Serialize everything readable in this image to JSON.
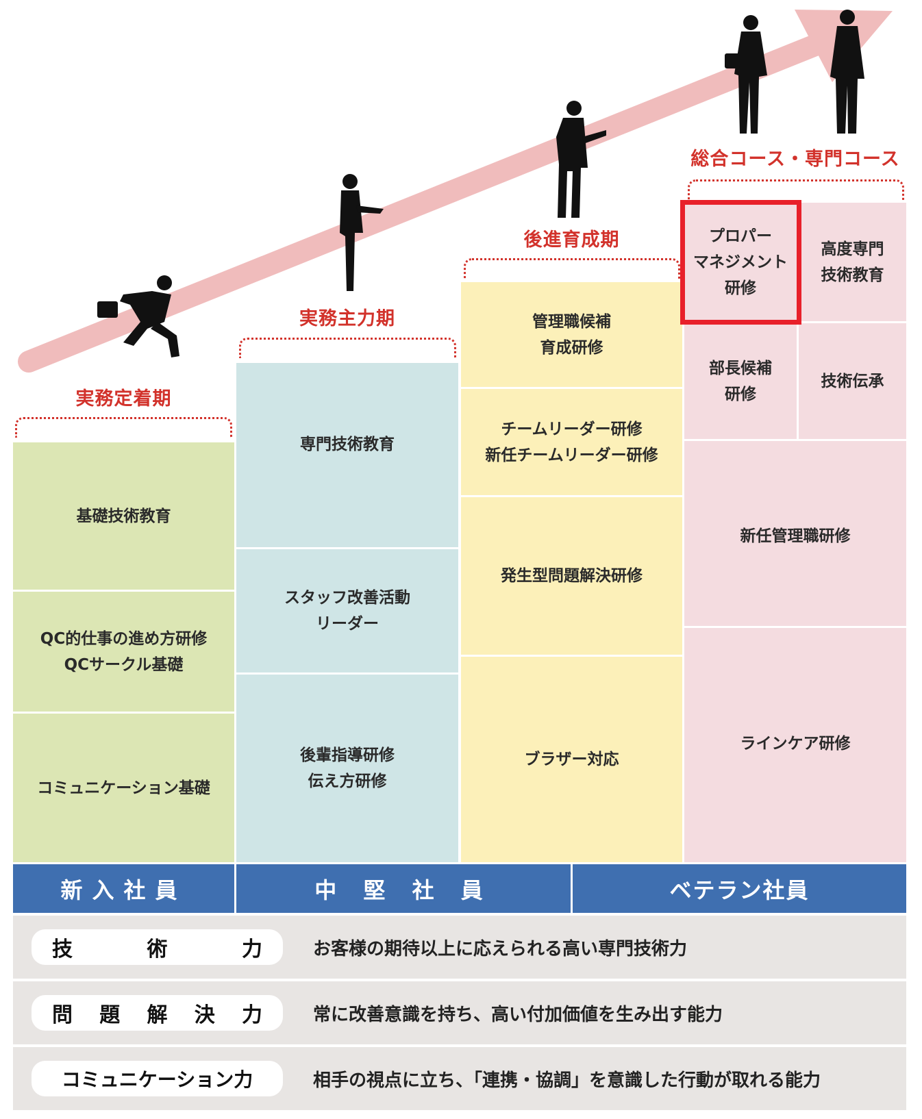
{
  "stages": [
    "実務定着期",
    "実務主力期",
    "後進育成期",
    "総合コース・専門コース"
  ],
  "columns": {
    "new": [
      "基礎技術教育",
      "QC的仕事の進め方研修\nQCサークル基礎",
      "コミュニケーション基礎"
    ],
    "mid": [
      "専門技術教育",
      "スタッフ改善活動\nリーダー",
      "後輩指導研修\n伝え方研修"
    ],
    "senior_dev": [
      "管理職候補\n育成研修",
      "チームリーダー研修\n新任チームリーダー研修",
      "発生型問題解決研修",
      "ブラザー対応"
    ],
    "course": [
      "プロパー\nマネジメント\n研修",
      "高度専門\n技術教育",
      "部長候補\n研修",
      "技術伝承",
      "新任管理職研修",
      "ラインケア研修"
    ]
  },
  "headers": [
    "新入社員",
    "中 堅 社 員",
    "ベテラン社員"
  ],
  "abilities": [
    {
      "label_chars": [
        "技",
        "術",
        "力"
      ],
      "desc": "お客様の期待以上に応えられる高い専門技術力"
    },
    {
      "label_chars": [
        "問",
        "題",
        "解",
        "決",
        "力"
      ],
      "desc": "常に改善意識を持ち、高い付加価値を生み出す能力"
    },
    {
      "label_chars": [
        "コミュニケーション力"
      ],
      "desc": "相手の視点に立ち、「連携・協調」を意識した行動が取れる能力"
    }
  ],
  "colors": {
    "accent": "#d2322b",
    "header": "#3f6fb0",
    "highlight": "#e8202a"
  }
}
